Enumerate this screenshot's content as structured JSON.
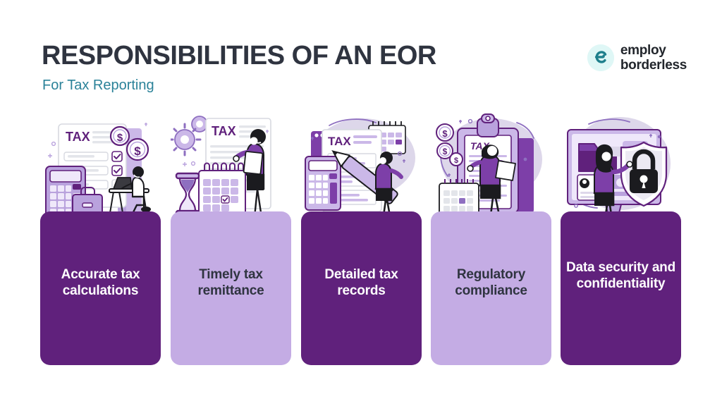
{
  "header": {
    "title": "RESPONSIBILITIES OF AN EOR",
    "subtitle": "For Tax Reporting",
    "title_color": "#2f3440",
    "subtitle_color": "#2b8299"
  },
  "logo": {
    "mark_icon": "employ-borderless-e-icon",
    "line1": "employ",
    "line2": "borderless",
    "mark_bg_color": "#dff7f6",
    "mark_glyph_color": "#1e7f8c",
    "text_color": "#22262c"
  },
  "palette": {
    "card_dark": "#60217c",
    "card_light": "#c4ace4",
    "page_background": "#ffffff",
    "label_light_text": "#ffffff",
    "label_dark_text": "#2f3440",
    "illustration_purple": "#6b2c86",
    "illustration_lilac": "#b9a2dd",
    "illustration_pale": "#e4dcf3",
    "illustration_ink": "#1b1b1f"
  },
  "cards": [
    {
      "label": "Accurate tax calculations",
      "tone": "dark",
      "art_name": "tax-form-calculator-desk-illustration",
      "art_elements": [
        "TAX form",
        "checkboxes",
        "dollar coins",
        "calculator",
        "briefcase",
        "person at desk with laptop"
      ],
      "doc_title": "TAX"
    },
    {
      "label": "Timely tax remittance",
      "tone": "light",
      "art_name": "calendar-hourglass-illustration",
      "art_elements": [
        "gears",
        "TAX document",
        "calendar",
        "hourglass",
        "person pointing with clipboard"
      ],
      "doc_title": "TAX"
    },
    {
      "label": "Detailed tax records",
      "tone": "dark",
      "art_name": "tax-records-pen-illustration",
      "art_elements": [
        "TAX form",
        "notepad",
        "calculator",
        "giant pen",
        "person writing"
      ],
      "doc_title": "TAX"
    },
    {
      "label": "Regulatory compliance",
      "tone": "light",
      "art_name": "clipboard-compliance-illustration",
      "art_elements": [
        "clipboard with TAX sheet",
        "dollar coins",
        "calendar",
        "person reading document"
      ],
      "doc_title": "TAX"
    },
    {
      "label": "Data security and confidentiality",
      "tone": "dark",
      "art_name": "shield-lock-data-security-illustration",
      "art_elements": [
        "screen with folder and profile card",
        "shield",
        "padlock",
        "person pointing"
      ],
      "doc_title": ""
    }
  ]
}
